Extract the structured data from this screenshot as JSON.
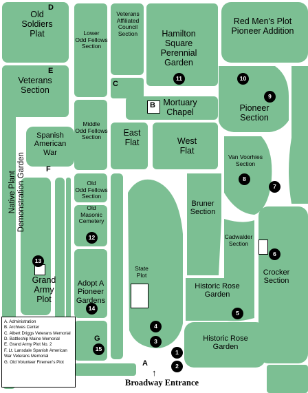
{
  "colors": {
    "section": "#7cbf93",
    "path": "#ffffff",
    "outline": "#000000",
    "marker": "#000000"
  },
  "sections": {
    "old_soldiers_plat": "Old\nSoldiers\nPlat",
    "veterans_section": "Veterans\nSection",
    "native_plant_garden": "Native Plant\nDemonstration Garden",
    "spanish_american_war": "Spanish\nAmerican\nWar",
    "grand_army_plot": "Grand\nArmy\nPlot",
    "lower_odd_fellows": "Lower\nOdd Fellows\nSection",
    "veterans_affiliated_council": "Veterans\nAffiliated\nCouncil\nSection",
    "hamilton_square": "Hamilton\nSquare\nPerennial\nGarden",
    "red_mens_plot": "Red Men's Plot\nPioneer Addition",
    "middle_odd_fellows": "Middle\nOdd Fellows\nSection",
    "mortuary_chapel": "Mortuary\nChapel",
    "pioneer_section": "Pioneer\nSection",
    "east_flat": "East\nFlat",
    "west_flat": "West\nFlat",
    "van_voorhies": "Van Voorhies\nSection",
    "old_odd_fellows": "Old\nOdd Fellows\nSection",
    "old_masonic": "Old\nMasonic\nCemetery",
    "bruner_section": "Bruner\nSection",
    "cadwalder_section": "Cadwalder\nSection",
    "crocker_section": "Crocker\nSection",
    "state_plot": "State\nPlot",
    "adopt_a_pioneer": "Adopt A\nPioneer\nGardens",
    "historic_rose_garden_1": "Historic Rose\nGarden",
    "historic_rose_garden_2": "Historic Rose\nGarden"
  },
  "letters": {
    "A": "A",
    "B": "B",
    "C": "C",
    "D": "D",
    "E": "E",
    "F": "F",
    "G": "G"
  },
  "markers": [
    "1",
    "2",
    "3",
    "4",
    "5",
    "6",
    "7",
    "8",
    "9",
    "10",
    "11",
    "12",
    "13",
    "14",
    "15"
  ],
  "legend": [
    "A. Administration",
    "B. Archives Center",
    "C. Albert Driggs Veterans Memorial",
    "D. Battleship Maine Memorial",
    "E. Grand Army Plot No. 2",
    "F.  Lt. Lansdale Spanish American",
    "      War Veterans Memorial",
    "G. Old Volunteer Firemen's Plot"
  ],
  "entrance": "Broadway Entrance",
  "entrance_arrow": "↑"
}
